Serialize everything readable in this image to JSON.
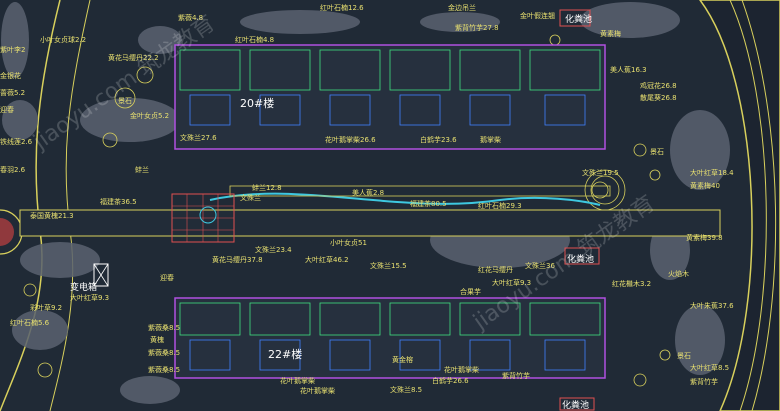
{
  "drawing": {
    "building_top": "20#楼",
    "building_bottom": "22#楼",
    "transformer": "变电箱",
    "restroom_top": "化粪池",
    "restroom_mid": "化粪池",
    "restroom_bottom": "化粪池",
    "scenery_left": "景石",
    "watermark": "jiaoyu.com 筑龙教育"
  },
  "plant_labels": [
    {
      "id": "l01",
      "text": "紫薇4.8"
    },
    {
      "id": "l02",
      "text": "红叶石楠4.8"
    },
    {
      "id": "l03",
      "text": "小叶女贞球2.2"
    },
    {
      "id": "l04",
      "text": "黄花马缨丹22.2"
    },
    {
      "id": "l05",
      "text": "紫叶李2"
    },
    {
      "id": "l06",
      "text": "金银花"
    },
    {
      "id": "l07",
      "text": "蔷薇5.2"
    },
    {
      "id": "l08",
      "text": "金叶女贞5.2"
    },
    {
      "id": "l09",
      "text": "迎春"
    },
    {
      "id": "l10",
      "text": "铁线莲2.6"
    },
    {
      "id": "l11",
      "text": "春羽2.6"
    },
    {
      "id": "l12",
      "text": "泰国黄槐21.3"
    },
    {
      "id": "l13",
      "text": "大叶红草9.3"
    },
    {
      "id": "l14",
      "text": "彩叶草9.2"
    },
    {
      "id": "l15",
      "text": "红叶石楠5.6"
    },
    {
      "id": "l16",
      "text": "迎春"
    },
    {
      "id": "l17",
      "text": "紫薇桑8.5"
    },
    {
      "id": "l18",
      "text": "黄槐"
    },
    {
      "id": "l19",
      "text": "紫薇桑8.5"
    },
    {
      "id": "l20",
      "text": "紫薇桑8.5"
    },
    {
      "id": "l21",
      "text": "文殊兰27.6"
    },
    {
      "id": "l22",
      "text": "花叶鹅掌柴26.6"
    },
    {
      "id": "l23",
      "text": "白鹤芋23.6"
    },
    {
      "id": "l24",
      "text": "鹅掌柴"
    },
    {
      "id": "l25",
      "text": "文殊兰19.5"
    },
    {
      "id": "l26",
      "text": "蚌兰"
    },
    {
      "id": "l27",
      "text": "福建茶36.5"
    },
    {
      "id": "l28",
      "text": "蚌兰12.8"
    },
    {
      "id": "l29",
      "text": "美人蕉2.8"
    },
    {
      "id": "l30",
      "text": "小叶女贞51"
    },
    {
      "id": "l31",
      "text": "福建茶80.5"
    },
    {
      "id": "l32",
      "text": "红叶石楠29.3"
    },
    {
      "id": "l33",
      "text": "文殊兰23.4"
    },
    {
      "id": "l34",
      "text": "黄花马缨丹37.8"
    },
    {
      "id": "l35",
      "text": "大叶红草46.2"
    },
    {
      "id": "l36",
      "text": "文殊兰15.5"
    },
    {
      "id": "l37",
      "text": "红花马缨丹"
    },
    {
      "id": "l38",
      "text": "文殊兰36"
    },
    {
      "id": "l39",
      "text": "大叶红草9.3"
    },
    {
      "id": "l40",
      "text": "合果芋"
    },
    {
      "id": "l41",
      "text": "文殊兰8.5"
    },
    {
      "id": "l42",
      "text": "花叶鹅掌柴"
    },
    {
      "id": "l43",
      "text": "白鹤芋26.6"
    },
    {
      "id": "l44",
      "text": "黄金榕"
    },
    {
      "id": "l45",
      "text": "美人蕉16.3"
    },
    {
      "id": "l46",
      "text": "鸡冠花26.8"
    },
    {
      "id": "l47",
      "text": "散尾葵26.8"
    },
    {
      "id": "l48",
      "text": "景石"
    },
    {
      "id": "l49",
      "text": "大叶红草18.4"
    },
    {
      "id": "l50",
      "text": "黄素梅40"
    },
    {
      "id": "l51",
      "text": "黄素梅39.8"
    },
    {
      "id": "l52",
      "text": "火焰木"
    },
    {
      "id": "l53",
      "text": "大叶朱蕉37.6"
    },
    {
      "id": "l54",
      "text": "景石"
    },
    {
      "id": "l55",
      "text": "大叶红草8.5"
    },
    {
      "id": "l56",
      "text": "紫背竹芋"
    },
    {
      "id": "l57",
      "text": "红花檵木3.2"
    },
    {
      "id": "l58",
      "text": "红叶石楠12.6"
    },
    {
      "id": "l59",
      "text": "金边吊兰"
    },
    {
      "id": "l60",
      "text": "金叶假连翘"
    },
    {
      "id": "l61",
      "text": "黄素梅"
    },
    {
      "id": "l62",
      "text": "紫背竹芋27.8"
    },
    {
      "id": "l63",
      "text": "文殊兰"
    },
    {
      "id": "l64",
      "text": "花叶鹅掌柴"
    },
    {
      "id": "l65",
      "text": "紫背竹芋"
    },
    {
      "id": "l66",
      "text": "花叶鹅掌柴"
    }
  ]
}
